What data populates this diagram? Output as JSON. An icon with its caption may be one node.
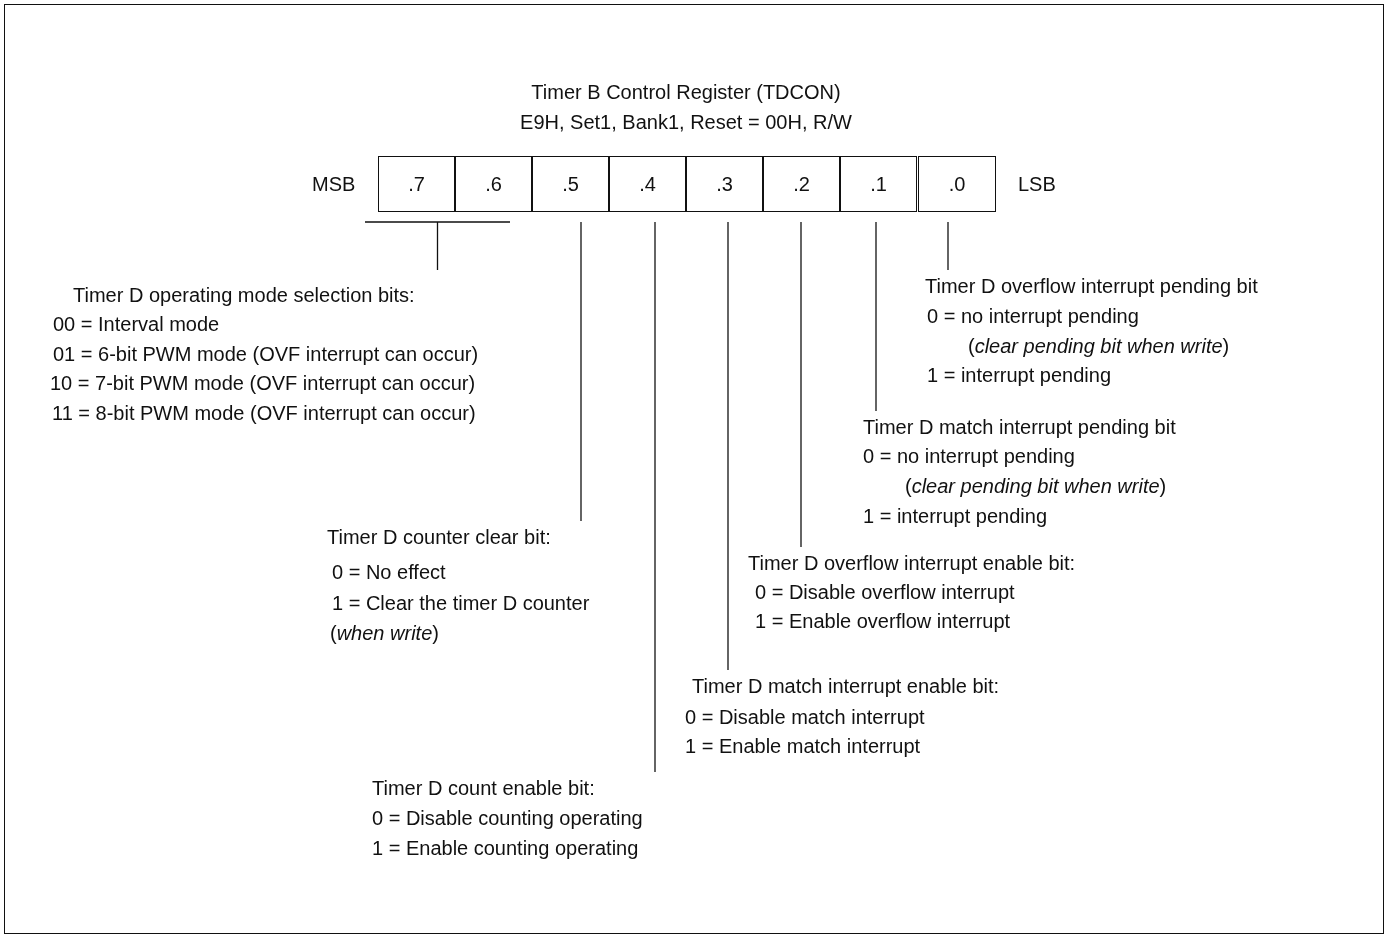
{
  "diagram": {
    "title": "Timer B Control Register (TDCON)",
    "nodes": [
      {
        "text": [
          ".7"
        ]
      },
      {
        "text": [
          ".6"
        ]
      },
      {
        "text": [
          ".5"
        ]
      },
      {
        "text": [
          ".4"
        ]
      },
      {
        "text": [
          ".3"
        ]
      },
      {
        "text": [
          ".2"
        ]
      },
      {
        "text": [
          ".1"
        ]
      },
      {
        "text": [
          ".0"
        ]
      },
      {
        "text": [
          "Timer D operating mode selection bits:",
          "00 = Interval mode",
          "01 = 6-bit PWM mode (OVF interrupt can occur)",
          "10 = 7-bit PWM mode (OVF interrupt can occur)",
          "11 = 8-bit PWM mode (OVF interrupt can occur)"
        ]
      },
      {
        "text": [
          "Timer D counter clear bit:",
          "0 = No effect",
          "1 = Clear the timer D counter",
          "(*when write*)"
        ]
      },
      {
        "text": [
          "Timer D count enable bit:",
          "0 = Disable counting operating",
          "1 = Enable counting operating"
        ]
      },
      {
        "text": [
          "Timer D match interrupt enable bit:",
          "0 = Disable match interrupt",
          "1 = Enable match interrupt"
        ]
      },
      {
        "text": [
          "Timer D overflow interrupt enable bit:",
          "0 = Disable overflow interrupt",
          "1 = Enable overflow interrupt"
        ]
      },
      {
        "text": [
          "Timer D match interrupt pending bit",
          "0 = no interrupt pending",
          "(*clear pending bit when write*)",
          "1 = interrupt pending"
        ]
      },
      {
        "text": [
          "Timer D overflow interrupt pending bit",
          "0 = no interrupt pending",
          "(*clear pending bit when write*)",
          "1 = interrupt pending"
        ]
      }
    ],
    "edges": [
      {
        "from": 8,
        "to": 0,
        "arrow": "none"
      },
      {
        "from": 8,
        "to": 1,
        "arrow": "none"
      },
      {
        "from": 9,
        "to": 2,
        "arrow": "none"
      },
      {
        "from": 10,
        "to": 3,
        "arrow": "none"
      },
      {
        "from": 11,
        "to": 4,
        "arrow": "none"
      },
      {
        "from": 12,
        "to": 5,
        "arrow": "none"
      },
      {
        "from": 13,
        "to": 6,
        "arrow": "none"
      },
      {
        "from": 14,
        "to": 7,
        "arrow": "none"
      }
    ],
    "labels": [
      "E9H, Set1, Bank1, Reset = 00H, R/W",
      "MSB",
      "LSB"
    ]
  }
}
